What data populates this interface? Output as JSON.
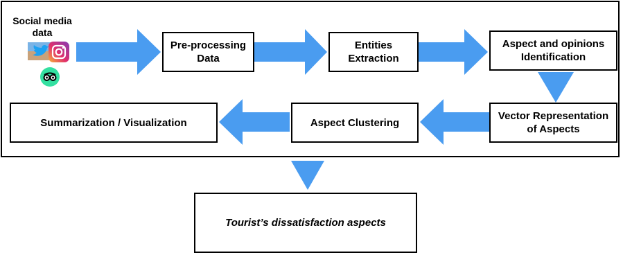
{
  "source": {
    "label": "Social media\ndata",
    "icons": [
      "twitter-icon",
      "instagram-icon",
      "tripadvisor-icon"
    ]
  },
  "steps": {
    "preprocessing": "Pre-processing\nData",
    "entities": "Entities\nExtraction",
    "aspect_opinion": "Aspect and opinions\nIdentification",
    "vector": "Vector Representation\nof Aspects",
    "clustering": "Aspect Clustering",
    "summarization": "Summarization / Visualization"
  },
  "outcome": "Tourist’s dissatisfaction  aspects",
  "colors": {
    "arrow": "#4a9cf0",
    "border": "#000000",
    "tripadvisor": "#34e0a1",
    "instagram": "#d6249f",
    "twitter": "#1da1f2"
  }
}
